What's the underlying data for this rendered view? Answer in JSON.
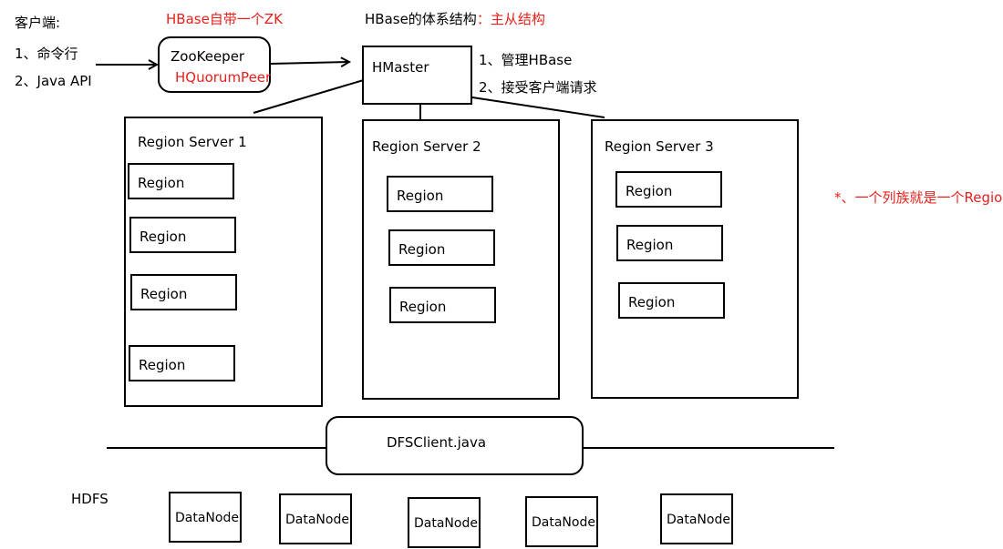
{
  "client": {
    "title": "客户端:",
    "items": [
      "1、命令行",
      "2、Java API"
    ]
  },
  "zookeeper": {
    "note": "HBase自带一个ZK",
    "name": "ZooKeeper",
    "peer": "HQuorumPeer"
  },
  "architecture": {
    "title_prefix": "HBase的体系结构",
    "title_suffix": "：主从结构"
  },
  "master": {
    "name": "HMaster",
    "duties": [
      "1、管理HBase",
      "2、接受客户端请求"
    ]
  },
  "region_servers": [
    {
      "name": "Region Server 1",
      "regions": [
        "Region",
        "Region",
        "Region",
        "Region"
      ]
    },
    {
      "name": "Region Server 2",
      "regions": [
        "Region",
        "Region",
        "Region"
      ]
    },
    {
      "name": "Region Server 3",
      "regions": [
        "Region",
        "Region",
        "Region"
      ]
    }
  ],
  "note": "*、一个列族就是一个Region",
  "hdfs": {
    "label": "HDFS",
    "client": "DFSClient.java",
    "datanodes": [
      "DataNode",
      "DataNode",
      "DataNode",
      "DataNode",
      "DataNode"
    ]
  },
  "colors": {
    "annotation": "#e8201c",
    "stroke": "#000000"
  }
}
